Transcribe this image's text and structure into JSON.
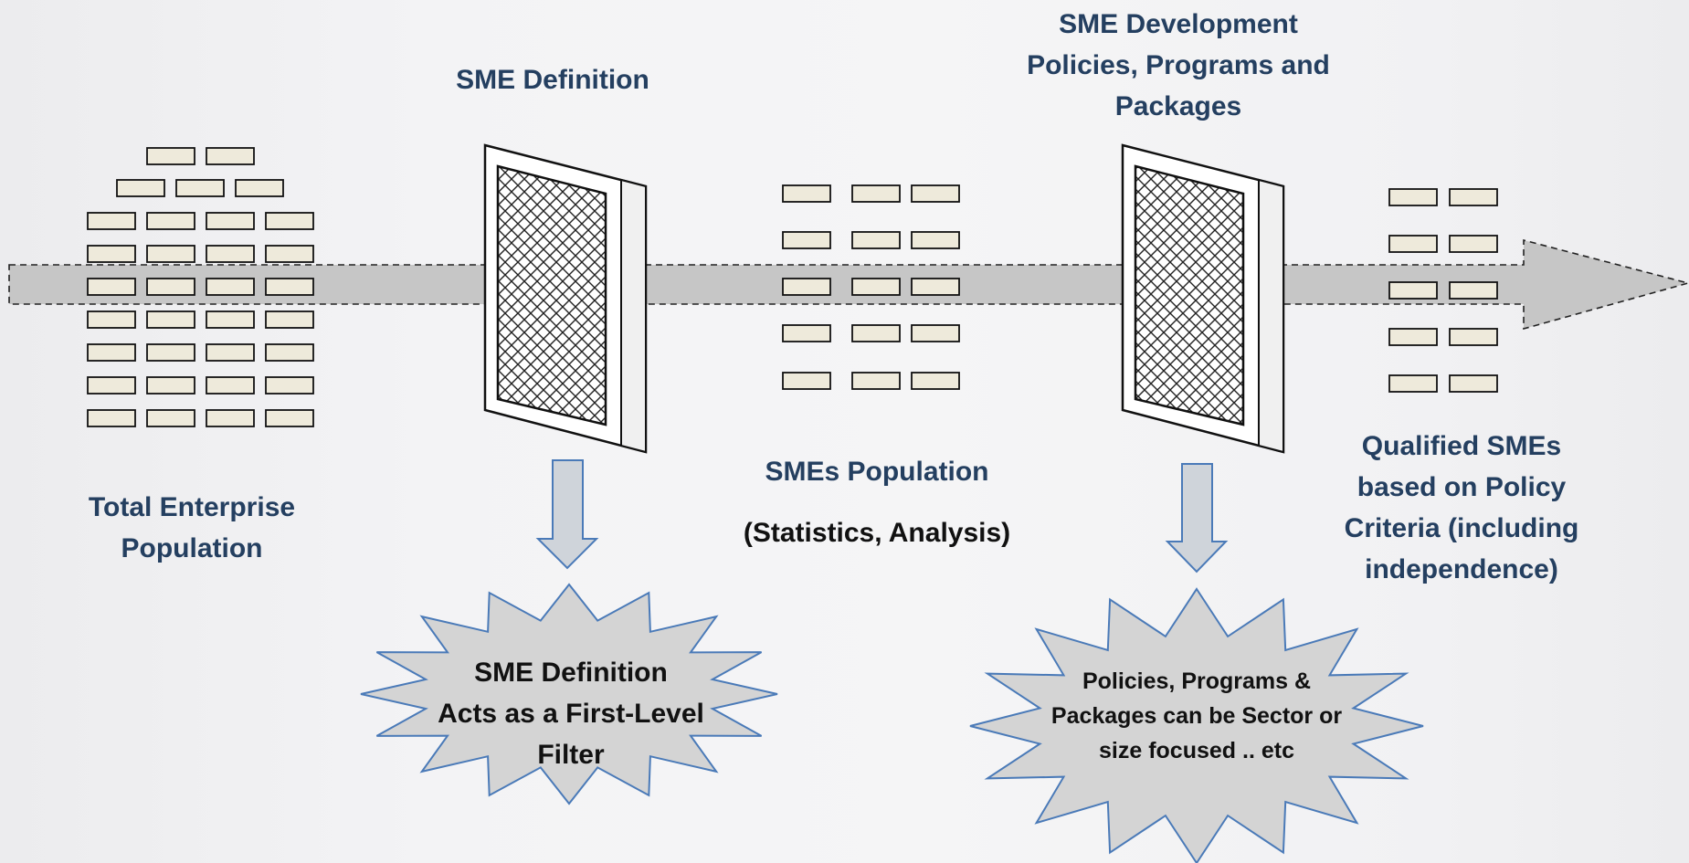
{
  "labels": {
    "sme_definition_title": "SME Definition",
    "sme_development_title": [
      "SME Development",
      "Policies, Programs and",
      "Packages"
    ],
    "total_enterprise": [
      "Total Enterprise",
      "Population"
    ],
    "smes_population": "SMEs Population",
    "statistics_analysis": "(Statistics, Analysis)",
    "qualified_smes": [
      "Qualified SMEs",
      "based on Policy",
      "Criteria (including",
      "independence)"
    ]
  },
  "callouts": {
    "first_filter": [
      "SME Definition",
      "Acts as a First-Level",
      "Filter"
    ],
    "second_filter": [
      "Policies, Programs &",
      "Packages can be Sector or",
      "size focused .. etc"
    ]
  },
  "colors": {
    "title_text": "#243f60",
    "body_text": "#111111",
    "flow_arrow_fill": "#c6c6c6",
    "down_arrow_fill": "#cfd4da",
    "down_arrow_stroke": "#4a7ab8",
    "burst_fill": "#d4d4d4",
    "burst_stroke": "#4a7ab8",
    "enterprise_block_fill": "#eeeadb",
    "filter_frame_fill": "#ffffff"
  }
}
